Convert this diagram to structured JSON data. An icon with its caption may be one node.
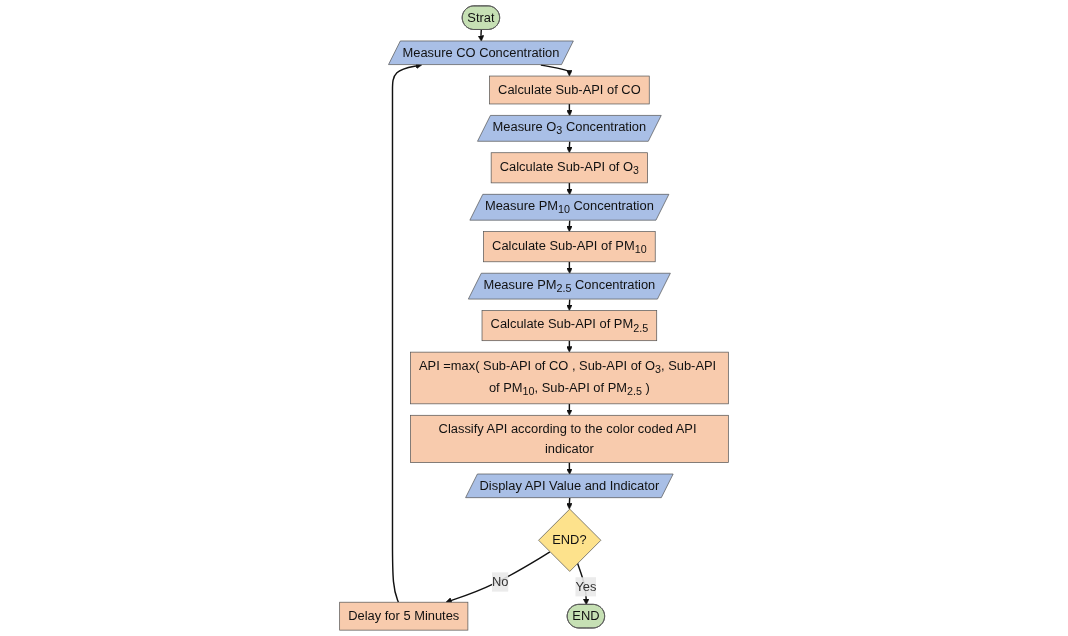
{
  "diagram": {
    "nodes": [
      {
        "text": [
          "Strat"
        ]
      },
      {
        "text": [
          "Measure CO Concentration"
        ]
      },
      {
        "text": [
          "Calculate Sub-API of CO"
        ]
      },
      {
        "text": [
          "Measure O$_{3}$ Concentration"
        ]
      },
      {
        "text": [
          "Calculate Sub-API of O$_{3}$"
        ]
      },
      {
        "text": [
          "Measure PM$_{10}$ Concentration"
        ]
      },
      {
        "text": [
          "Calculate Sub-API of PM$_{10}$"
        ]
      },
      {
        "text": [
          "Measure PM$_{2.5}$ Concentration"
        ]
      },
      {
        "text": [
          "Calculate Sub-API of PM$_{2.5}$"
        ]
      },
      {
        "text": [
          "API =max( Sub-API of CO , Sub-API of O$_{3}$, Sub-API of PM$_{10}$, Sub-API of PM$_{2.5}$ )"
        ]
      },
      {
        "text": [
          "Classify API according to the color coded API indicator"
        ]
      },
      {
        "text": [
          "Display API Value and Indicator"
        ]
      },
      {
        "text": [
          "END?"
        ]
      },
      {
        "text": [
          "Delay for 5 Minutes"
        ]
      },
      {
        "text": [
          "END"
        ]
      }
    ],
    "edges": [
      {
        "from": 0,
        "to": 1,
        "arrow": "to"
      },
      {
        "from": 1,
        "to": 2,
        "arrow": "to"
      },
      {
        "from": 2,
        "to": 3,
        "arrow": "to"
      },
      {
        "from": 3,
        "to": 4,
        "arrow": "to"
      },
      {
        "from": 4,
        "to": 5,
        "arrow": "to"
      },
      {
        "from": 5,
        "to": 6,
        "arrow": "to"
      },
      {
        "from": 6,
        "to": 7,
        "arrow": "to"
      },
      {
        "from": 7,
        "to": 8,
        "arrow": "to"
      },
      {
        "from": 8,
        "to": 9,
        "arrow": "to"
      },
      {
        "from": 9,
        "to": 10,
        "arrow": "to"
      },
      {
        "from": 10,
        "to": 11,
        "arrow": "to"
      },
      {
        "from": 11,
        "to": 12,
        "arrow": "to"
      },
      {
        "from": 12,
        "to": 13,
        "label": "No",
        "arrow": "to"
      },
      {
        "from": 12,
        "to": 14,
        "label": "Yes",
        "arrow": "to"
      },
      {
        "from": 13,
        "to": 1,
        "arrow": "to"
      }
    ]
  }
}
